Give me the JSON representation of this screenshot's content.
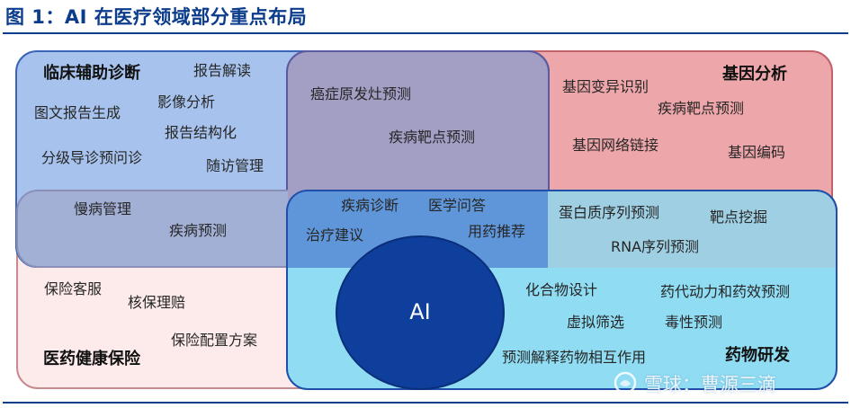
{
  "title": "图 1：AI 在医疗领域部分重点布局",
  "regions": {
    "clinical": {
      "heading": "临床辅助诊断",
      "items": [
        "报告解读",
        "图文报告生成",
        "影像分析",
        "报告结构化",
        "分级导诊预问诊",
        "随访管理"
      ]
    },
    "gene": {
      "heading": "基因分析",
      "items": [
        "基因变异识别",
        "疾病靶点预测",
        "基因网络链接",
        "基因编码"
      ]
    },
    "insurance": {
      "heading": "医药健康保险",
      "items": [
        "保险客服",
        "核保理赔",
        "保险配置方案"
      ]
    },
    "drug": {
      "heading": "药物研发",
      "items": [
        "化合物设计",
        "药代动力和药效预测",
        "虚拟筛选",
        "毒性预测",
        "预测解释药物相互作用"
      ]
    },
    "cancer_overlap": {
      "items": [
        "癌症原发灶预测",
        "疾病靶点预测"
      ]
    },
    "chronic_band": {
      "items": [
        "慢病管理",
        "疾病预测"
      ]
    },
    "center_overlap": {
      "items": [
        "疾病诊断",
        "医学问答",
        "治疗建议",
        "用药推荐"
      ]
    },
    "protein": {
      "items": [
        "蛋白质序列预测",
        "靶点挖掘",
        "RNA序列预测"
      ]
    }
  },
  "center": {
    "label": "AI"
  },
  "watermark": {
    "text": "雪球：曹源三滴"
  },
  "colors": {
    "title": "#0c3c8c",
    "clinical_fill": "#a8c3ea",
    "gene_fill": "#eda6a9",
    "insurance_fill": "#fde9e9",
    "drug_fill": "#8fdcf3",
    "center_circle": "#0f3f9c"
  }
}
